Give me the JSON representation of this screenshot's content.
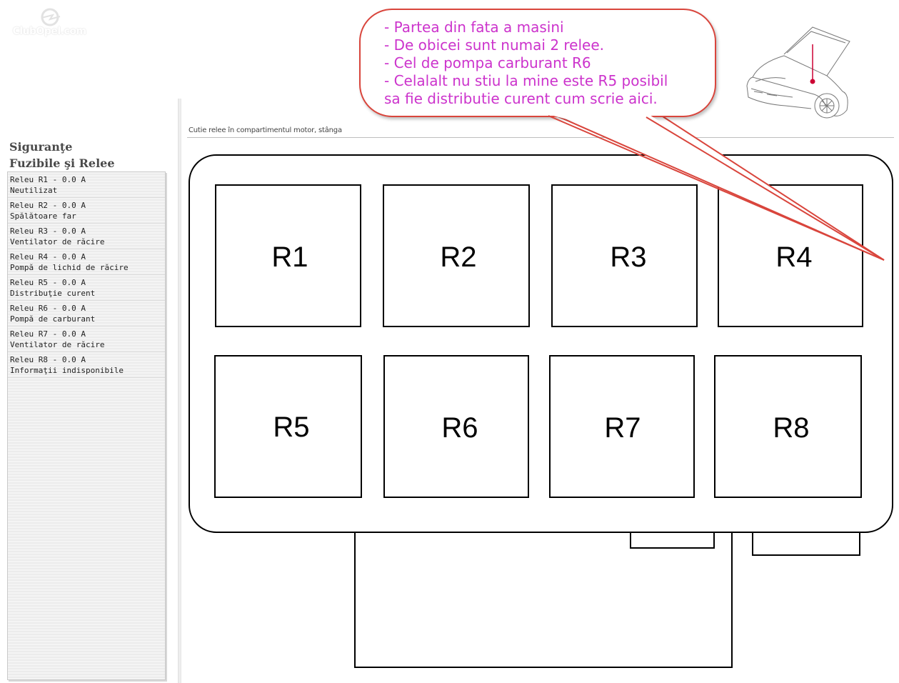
{
  "logo": {
    "text": "ClubOpel.com"
  },
  "sidebar": {
    "title_line1": "Siguranţe",
    "title_line2": "Fuzibile şi Relee",
    "items": [
      {
        "line1": "Releu R1 - 0.0 A",
        "line2": "Neutilizat"
      },
      {
        "line1": "Releu R2 - 0.0 A",
        "line2": "Spălătoare far"
      },
      {
        "line1": "Releu R3 - 0.0 A",
        "line2": "Ventilator de răcire"
      },
      {
        "line1": "Releu R4 - 0.0 A",
        "line2": "Pompă de lichid de răcire"
      },
      {
        "line1": "Releu R5 - 0.0 A",
        "line2": "Distribuţie curent"
      },
      {
        "line1": "Releu R6 - 0.0 A",
        "line2": "Pompă de carburant"
      },
      {
        "line1": "Releu R7 - 0.0 A",
        "line2": "Ventilator de răcire"
      },
      {
        "line1": "Releu R8 - 0.0 A",
        "line2": "Informaţii indisponibile"
      }
    ]
  },
  "diagram": {
    "caption": "Cutie relee în compartimentul motor, stânga",
    "relays": [
      "R1",
      "R2",
      "R3",
      "R4",
      "R5",
      "R6",
      "R7",
      "R8"
    ]
  },
  "callout": {
    "lines": [
      "- Partea din fata a masini",
      "- De obicei sunt numai 2 relee.",
      "- Cel de pompa carburant R6",
      "- Celalalt nu stiu la mine este R5 posibil",
      "sa fie distributie curent cum scrie aici."
    ]
  },
  "colors": {
    "callout_border": "#d9453c",
    "callout_text": "#cc33cc",
    "marker": "#cc0033"
  },
  "icons": {
    "car": "car-front-hood-open-icon",
    "logo": "opel-logo-icon"
  }
}
